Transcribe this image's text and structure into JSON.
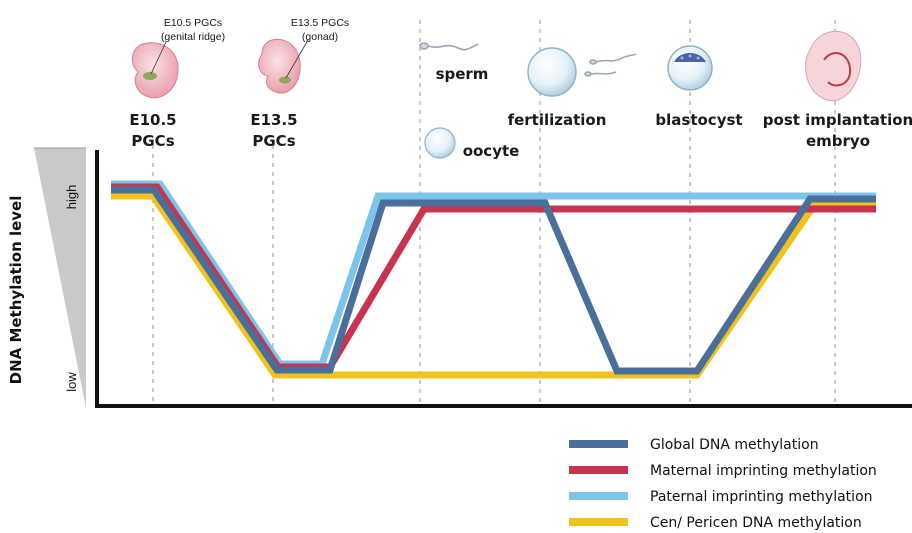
{
  "colors": {
    "global": "#4a6f9a",
    "maternal": "#c8334f",
    "paternal": "#7cc4ea",
    "cen_pericen": "#f0c21c",
    "gradient_fill": "#c9c9c9",
    "axis": "#111111"
  },
  "stages": [
    {
      "id": "e105",
      "line1": "E10.5",
      "line2": "PGCs",
      "note1": "E10.5 PGCs",
      "note2": "(genital ridge)",
      "icon": "embryo-e105-icon"
    },
    {
      "id": "e135",
      "line1": "E13.5",
      "line2": "PGCs",
      "note1": "E13.5 PGCs",
      "note2": "(gonad)",
      "icon": "embryo-e135-icon"
    },
    {
      "id": "sperm",
      "line1": "sperm",
      "icon": "sperm-icon"
    },
    {
      "id": "oocyte",
      "line1": "oocyte",
      "icon": "oocyte-icon"
    },
    {
      "id": "fertilization",
      "line1": "fertilization",
      "icon": "fertilized-egg-icon"
    },
    {
      "id": "blastocyst",
      "line1": "blastocyst",
      "icon": "blastocyst-icon"
    },
    {
      "id": "post",
      "line1": "post implantation",
      "line2": "embryo",
      "icon": "post-implantation-embryo-icon"
    }
  ],
  "axis": {
    "ylabel": "DNA Methylation level",
    "high": "high",
    "low": "low"
  },
  "legend": [
    {
      "key": "global",
      "label": "Global DNA methylation"
    },
    {
      "key": "maternal",
      "label": "Maternal imprinting methylation"
    },
    {
      "key": "paternal",
      "label": "Paternal imprinting methylation"
    },
    {
      "key": "cen_pericen",
      "label": "Cen/ Pericen DNA methylation"
    }
  ]
}
